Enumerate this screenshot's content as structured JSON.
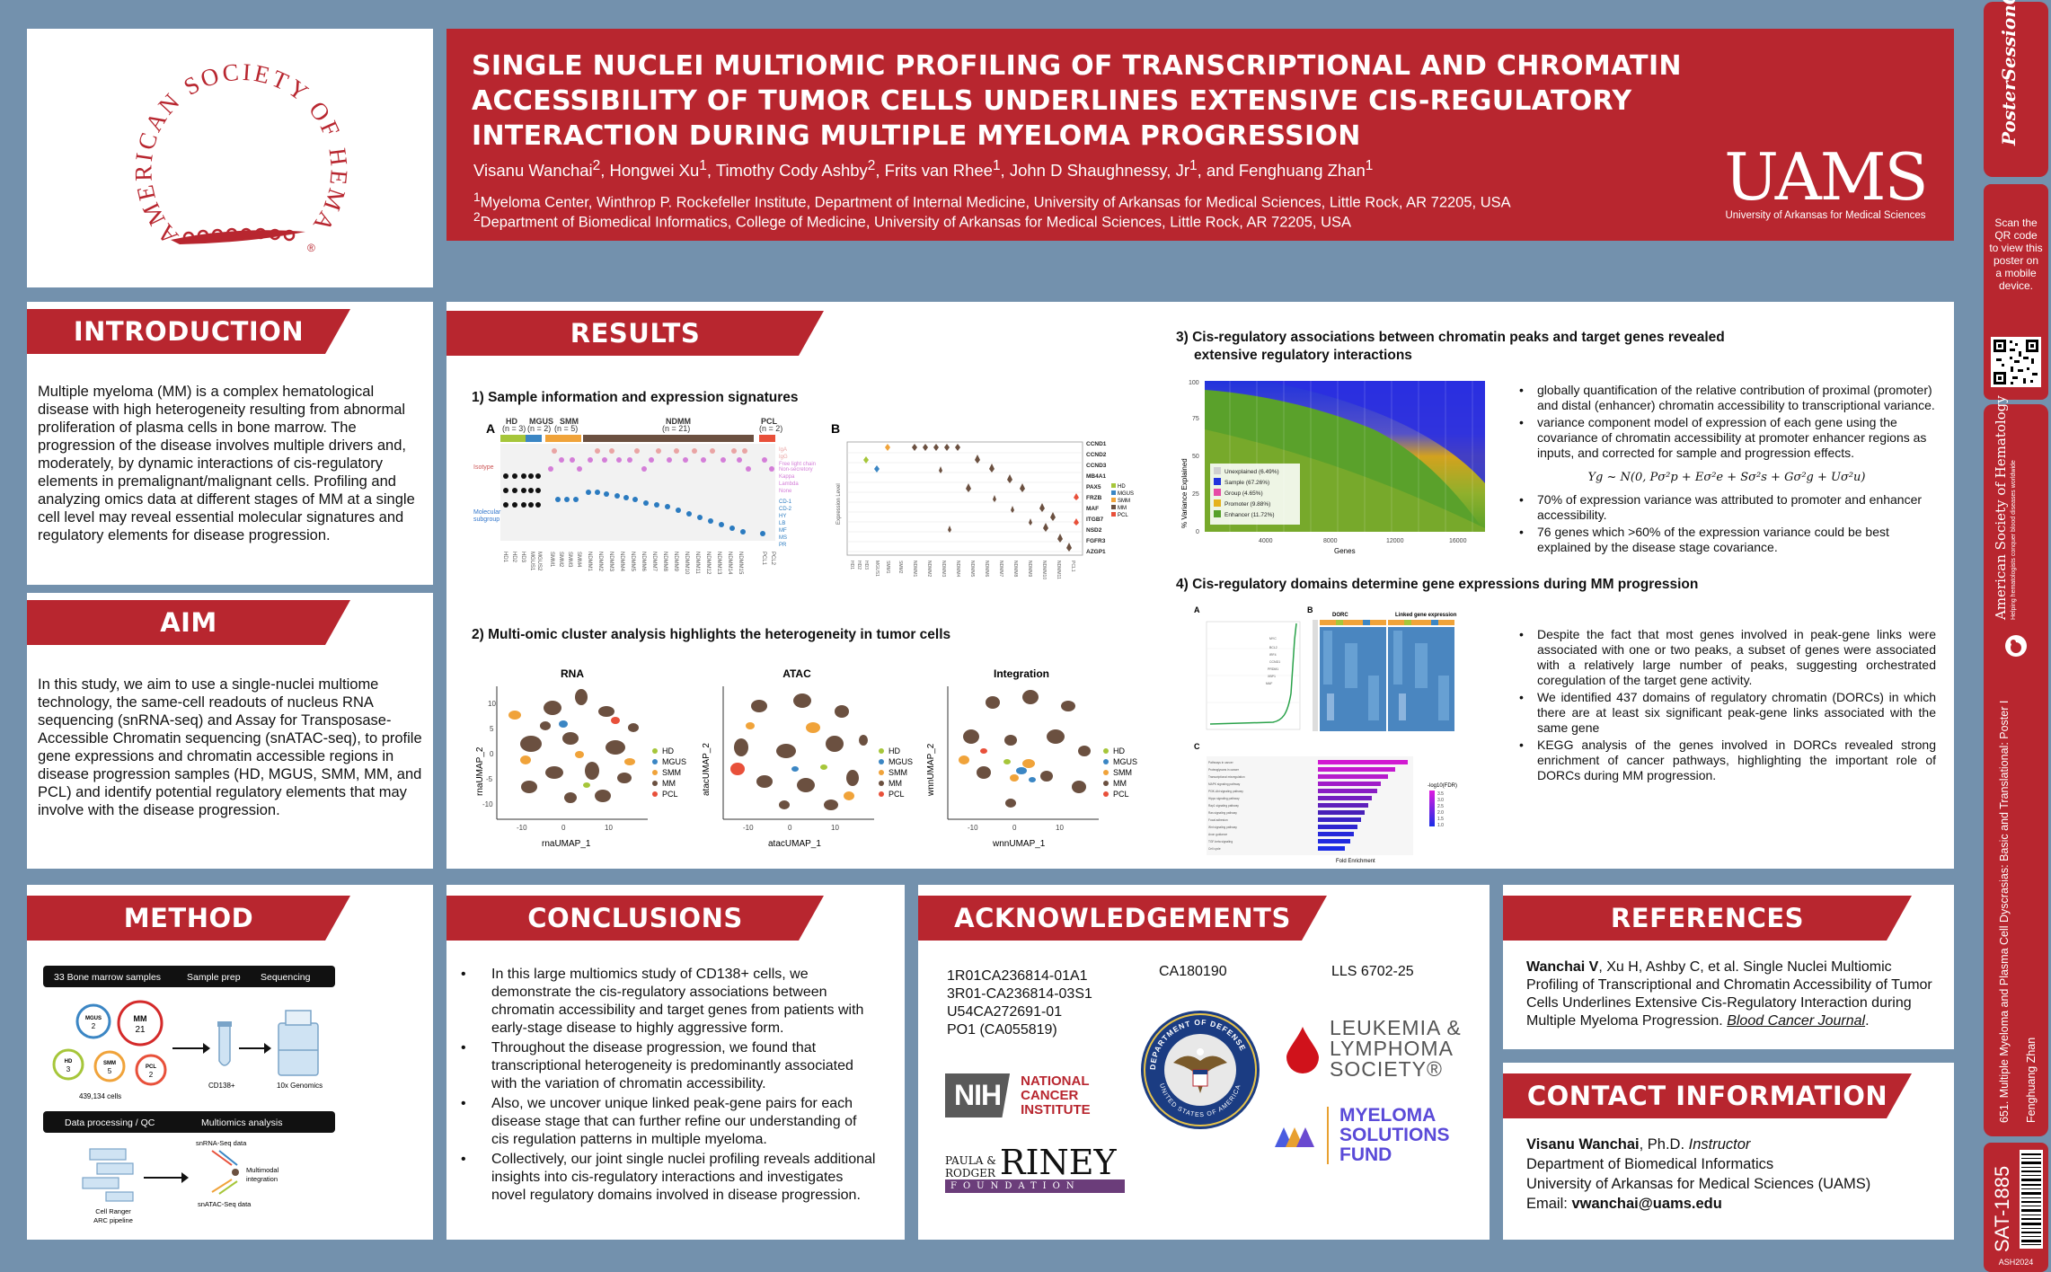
{
  "header": {
    "title_lines": [
      "SINGLE NUCLEI MULTIOMIC PROFILING OF TRANSCRIPTIONAL AND CHROMATIN",
      "ACCESSIBILITY OF TUMOR CELLS UNDERLINES EXTENSIVE CIS-REGULATORY",
      "INTERACTION DURING MULTIPLE MYELOMA PROGRESSION"
    ],
    "authors": [
      {
        "name": "Visanu Wanchai",
        "sup": "2"
      },
      {
        "name": "Hongwei Xu",
        "sup": "1"
      },
      {
        "name": "Timothy Cody Ashby",
        "sup": "2"
      },
      {
        "name": "Frits van Rhee",
        "sup": "1"
      },
      {
        "name": "John D Shaughnessy, Jr",
        "sup": "1"
      },
      {
        "name": "Fenghuang Zhan",
        "sup": "1"
      }
    ],
    "affiliation_1": "Myeloma Center, Winthrop P. Rockefeller Institute, Department of Internal Medicine, University of Arkansas for Medical Sciences, Little Rock, AR 72205, USA",
    "affiliation_2": "Department of Biomedical Informatics, College of Medicine, University of Arkansas for Medical Sciences, Little Rock, AR 72205, USA",
    "uams_logo": "UAMS",
    "uams_sub": "University of Arkansas for Medical Sciences",
    "ash_logo_text": "AMERICAN SOCIETY OF HEMATOLOGY",
    "ash_reg": "®"
  },
  "sidebar": {
    "poster_logo": "PosterSessionOnline",
    "scan_text": [
      "Scan the",
      "QR code",
      "to view this",
      "poster on",
      "a mobile",
      "device."
    ],
    "society": "American Society of Hematology",
    "society_tag": "Helping hematologists conquer blood diseases worldwide",
    "session": "651. Multiple Myeloma and Plasma Cell Dyscrasias: Basic and Translational: Poster I",
    "presenter": "Fenghuang Zhan",
    "poster_id": "SAT-1885",
    "meeting": "ASH2024"
  },
  "introduction": {
    "title": "INTRODUCTION",
    "text": "Multiple myeloma (MM) is a complex hematological disease with high heterogeneity resulting from abnormal proliferation of plasma cells in bone marrow. The progression of the disease involves multiple drivers and, moderately, by dynamic interactions of cis-regulatory elements in premalignant/malignant cells. Profiling and analyzing omics data at different stages of MM at a single cell level may reveal essential molecular signatures and regulatory elements for disease progression."
  },
  "aim": {
    "title": "AIM",
    "text": "In this study, we aim to use a single-nuclei multiome technology, the same-cell readouts of nucleus RNA sequencing (snRNA-seq) and Assay for Transposase-Accessible Chromatin sequencing (snATAC-seq), to profile gene expressions and chromatin accessible regions in disease progression samples (HD, MGUS, SMM, MM, and PCL) and identify potential regulatory elements that may involve with the disease progression."
  },
  "method": {
    "title": "METHOD",
    "bar1": [
      "33 Bone marrow samples",
      "Sample prep",
      "Sequencing"
    ],
    "circles": [
      {
        "label": "MM",
        "n": "21"
      },
      {
        "label": "MGUS",
        "n": "2"
      },
      {
        "label": "HD",
        "n": "3"
      },
      {
        "label": "SMM",
        "n": "5"
      },
      {
        "label": "PCL",
        "n": "2"
      }
    ],
    "cells": "439,134 cells",
    "cd138": "CD138+",
    "genomics": "10x Genomics",
    "bar2": [
      "Data processing / QC",
      "Multiomics analysis"
    ],
    "rna_label": "snRNA-Seq data",
    "atac_label": "snATAC-Seq data",
    "pipeline": [
      "Cell Ranger",
      "ARC pipeline"
    ],
    "integration": [
      "Multimodal",
      "integration"
    ]
  },
  "results": {
    "title": "RESULTS",
    "sec1": "1)  Sample information and expression signatures",
    "sec2": "2) Multi-omic cluster analysis highlights the heterogeneity in tumor cells",
    "sec3_lines": [
      "3) Cis-regulatory associations between chromatin peaks and target genes revealed",
      "extensive regulatory interactions"
    ],
    "sec4": "4) Cis-regulatory domains determine gene expressions during MM progression",
    "panel_a": "A",
    "panel_b": "B",
    "panel_c": "C",
    "groups": [
      {
        "label": "HD",
        "n": "(n = 3)"
      },
      {
        "label": "MGUS",
        "n": "(n = 2)"
      },
      {
        "label": "SMM",
        "n": "(n = 5)"
      },
      {
        "label": "NDMM",
        "n": "(n = 21)"
      },
      {
        "label": "PCL",
        "n": "(n = 2)"
      }
    ],
    "isotype": "Isotype",
    "molecular": [
      "Molecular",
      "subgroup"
    ],
    "genes_b": [
      "CCND1",
      "CCND2",
      "CCND3",
      "MB4A1",
      "PAX5",
      "FRZB",
      "MAF",
      "ITGB7",
      "NSD2",
      "FGFR3",
      "AZGP1"
    ],
    "legend_b": [
      "HD",
      "MGUS",
      "SMM",
      "MM",
      "PCL"
    ],
    "expression_level": "Expression Level",
    "umap_titles": [
      "RNA",
      "ATAC",
      "Integration"
    ],
    "umap_xlabels": [
      "rnaUMAP_1",
      "atacUMAP_1",
      "wnnUMAP_1"
    ],
    "umap_ylabels": [
      "rnaUMAP_2",
      "atacUMAP_2",
      "wnnUMAP_2"
    ],
    "umap_legend": [
      "HD",
      "MGUS",
      "SMM",
      "MM",
      "PCL"
    ],
    "umap_ticks": [
      "-10",
      "0",
      "10"
    ],
    "umap_yticks": [
      "10",
      "5",
      "0",
      "-5",
      "-10"
    ],
    "variance_legend": [
      "Unexplained (6.49%)",
      "Sample (67.26%)",
      "Group (4.65%)",
      "Promoter (9.88%)",
      "Enhancer (11.72%)"
    ],
    "variance_ylabel": "% Variance Explained",
    "variance_xlabel": "Genes",
    "variance_yticks": [
      "100",
      "75",
      "50",
      "25",
      "0"
    ],
    "variance_xticks": [
      "4000",
      "8000",
      "12000",
      "16000"
    ],
    "sec3_bullets": [
      "globally quantification of the relative contribution of proximal (promoter) and distal (enhancer) chromatin accessibility to transcriptional variance.",
      "variance component model of expression of each gene using the covariance of chromatin accessibility at promoter enhancer regions as inputs, and corrected for sample and progression effects."
    ],
    "equation": "Yg ~ N(0, Pσ²p + Eσ²e + Sσ²s + Gσ²g + Uσ²u)",
    "sec3_bullets2": [
      "70% of expression variance was attributed to promoter and enhancer accessibility.",
      "76 genes which >60% of the expression variance could be best explained by the disease stage covariance."
    ],
    "dorc_label": "DORC",
    "linked_label": "Linked gene expression",
    "fold_label": "Fold Enrichment",
    "fdr_label": "-log10(FDR)",
    "fdr_ticks": [
      "3.5",
      "3.0",
      "2.5",
      "2.0",
      "1.5",
      "1.0"
    ],
    "sec4_bullets": [
      "Despite the fact that most genes involved in peak-gene links were associated with one or two peaks, a subset of genes were associated with a relatively large number of peaks, suggesting orchestrated coregulation of the target gene activity.",
      "We identified 437 domains of regulatory chromatin (DORCs) in which there are at least six significant peak-gene links associated with the same gene",
      "KEGG analysis of the genes involved in DORCs revealed strong enrichment of cancer pathways, highlighting the important role of DORCs during MM progression."
    ]
  },
  "conclusions": {
    "title": "CONCLUSIONS",
    "items": [
      "In this large multiomics study of CD138+ cells, we demonstrate the cis-regulatory associations between chromatin accessibility and target genes from patients with early-stage disease to highly aggressive form.",
      "Throughout the disease progression, we found that transcriptional heterogeneity is predominantly associated with the variation of chromatin accessibility.",
      "Also, we uncover unique linked peak-gene pairs for each disease stage that can further refine our understanding of cis regulation patterns in multiple myeloma.",
      "Collectively, our joint single nuclei profiling reveals additional insights into cis-regulatory interactions and investigates novel regulatory domains involved in disease progression."
    ]
  },
  "acknowledgements": {
    "title": "ACKNOWLEDGEMENTS",
    "grants": [
      "1R01CA236814-01A1",
      "3R01-CA236814-03S1",
      "U54CA272691-01",
      "PO1 (CA055819)"
    ],
    "grant_dod": "CA180190",
    "grant_lls": "LLS 6702-25",
    "nih": "NIH",
    "nci": [
      "NATIONAL",
      "CANCER",
      "INSTITUTE"
    ],
    "riney_small": [
      "PAULA &",
      "RODGER"
    ],
    "riney_big": "RINEY",
    "riney_foundation": "FOUNDATION",
    "dod_ring": "DEPARTMENT OF DEFENSE",
    "dod_ring2": "UNITED STATES OF AMERICA",
    "lls": [
      "LEUKEMIA &",
      "LYMPHOMA",
      "SOCIETY®"
    ],
    "msf": [
      "MYELOMA",
      "SOLUTIONS",
      "FUND"
    ]
  },
  "references": {
    "title": "REFERENCES",
    "authors_bold": "Wanchai V",
    "text": ", Xu H, Ashby C, et al. Single Nuclei Multiomic Profiling of Transcriptional and Chromatin Accessibility of Tumor Cells Underlines Extensive Cis-Regulatory Interaction during Multiple Myeloma Progression. ",
    "journal": "Blood Cancer Journal",
    "end": "."
  },
  "contact": {
    "title": "CONTACT INFORMATION",
    "name": "Visanu Wanchai",
    "degree": ", Ph.D. ",
    "role": "Instructor",
    "dept": "Department of Biomedical Informatics",
    "univ": "University of Arkansas for Medical Sciences (UAMS)",
    "email_label": "Email: ",
    "email": "vwanchai@uams.edu"
  },
  "colors": {
    "accent": "#b8262f",
    "background": "#7391ad",
    "hd": "#a6c63a",
    "mgus": "#3b86c4",
    "smm": "#f0a33a",
    "mm": "#6b5040",
    "pcl": "#e8503a"
  }
}
